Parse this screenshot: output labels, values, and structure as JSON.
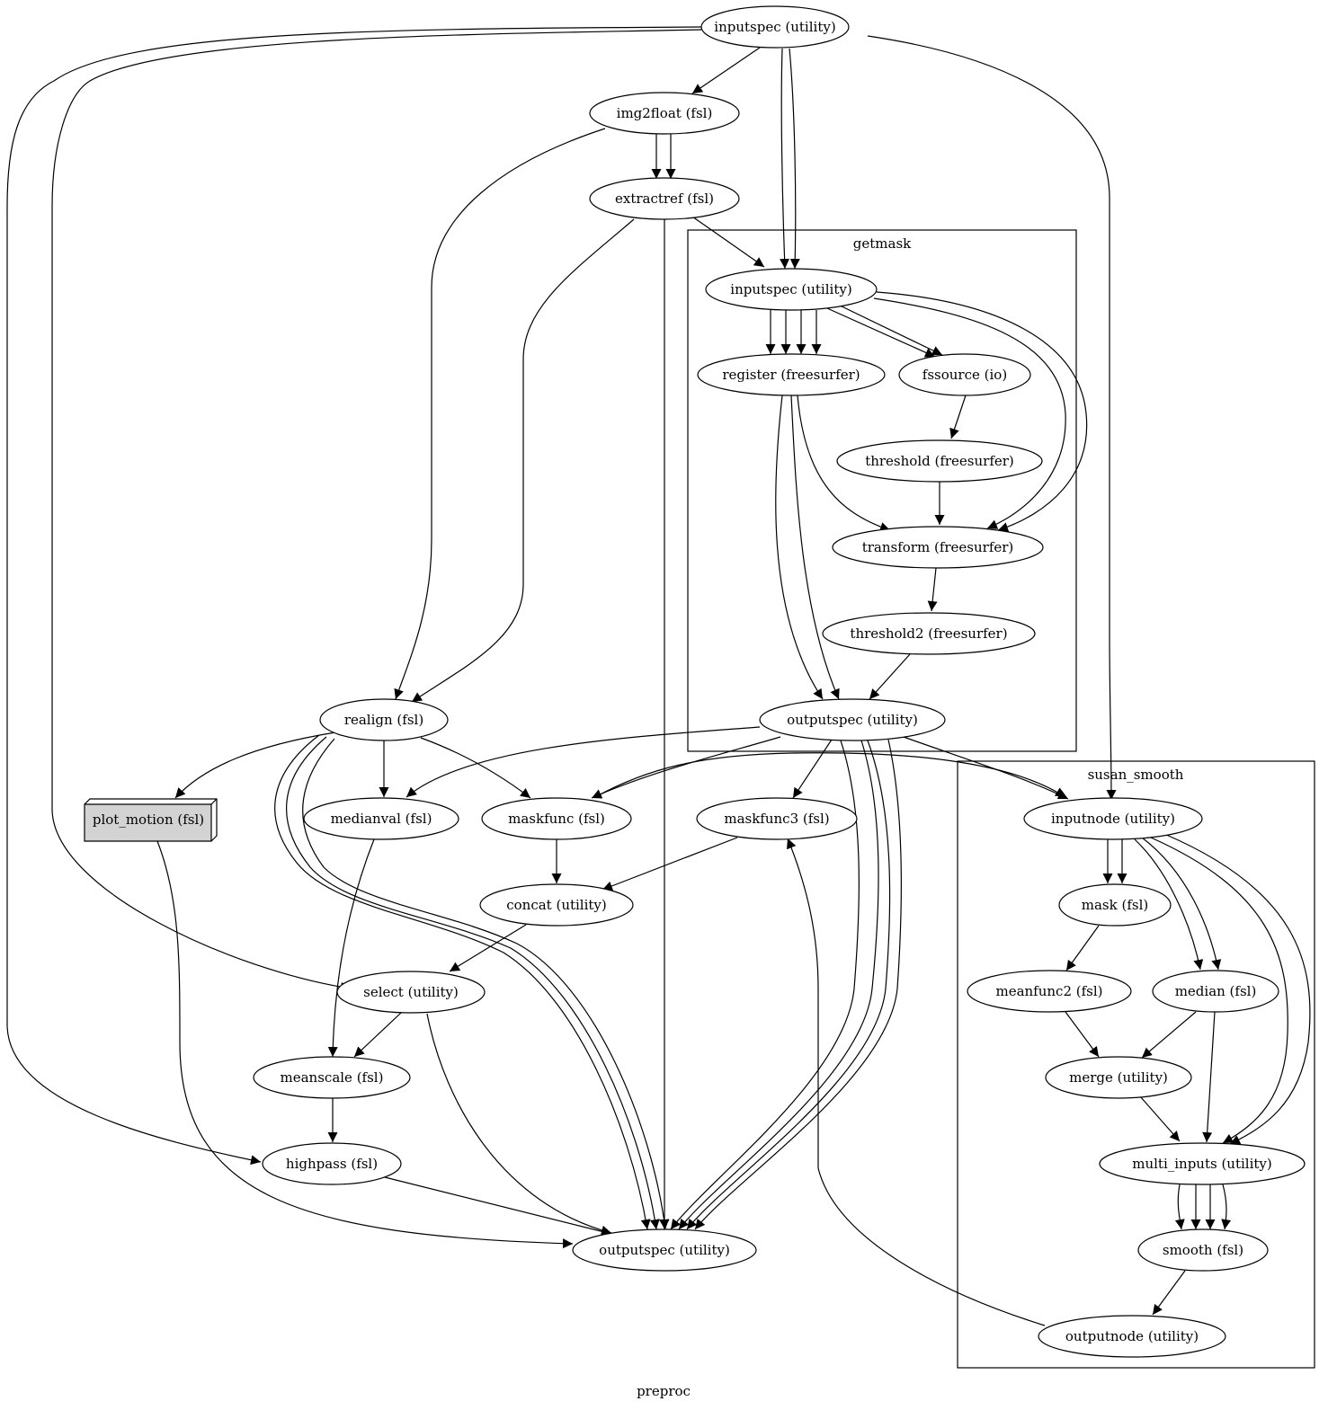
{
  "graph": {
    "label": "preproc",
    "clusters": [
      {
        "id": "getmask",
        "label": "getmask"
      },
      {
        "id": "susan_smooth",
        "label": "susan_smooth"
      }
    ],
    "nodes": [
      {
        "id": "inputspec",
        "label": "inputspec (utility)",
        "shape": "ellipse"
      },
      {
        "id": "img2float",
        "label": "img2float (fsl)",
        "shape": "ellipse"
      },
      {
        "id": "extractref",
        "label": "extractref (fsl)",
        "shape": "ellipse"
      },
      {
        "id": "gm_inputspec",
        "label": "inputspec (utility)",
        "shape": "ellipse",
        "cluster": "getmask"
      },
      {
        "id": "register",
        "label": "register (freesurfer)",
        "shape": "ellipse",
        "cluster": "getmask"
      },
      {
        "id": "fssource",
        "label": "fssource (io)",
        "shape": "ellipse",
        "cluster": "getmask"
      },
      {
        "id": "threshold",
        "label": "threshold (freesurfer)",
        "shape": "ellipse",
        "cluster": "getmask"
      },
      {
        "id": "transform",
        "label": "transform (freesurfer)",
        "shape": "ellipse",
        "cluster": "getmask"
      },
      {
        "id": "threshold2",
        "label": "threshold2 (freesurfer)",
        "shape": "ellipse",
        "cluster": "getmask"
      },
      {
        "id": "gm_outputspec",
        "label": "outputspec (utility)",
        "shape": "ellipse",
        "cluster": "getmask"
      },
      {
        "id": "realign",
        "label": "realign (fsl)",
        "shape": "ellipse"
      },
      {
        "id": "plot_motion",
        "label": "plot_motion (fsl)",
        "shape": "box3d",
        "fill": "#d3d3d3"
      },
      {
        "id": "medianval",
        "label": "medianval (fsl)",
        "shape": "ellipse"
      },
      {
        "id": "maskfunc",
        "label": "maskfunc (fsl)",
        "shape": "ellipse"
      },
      {
        "id": "maskfunc3",
        "label": "maskfunc3 (fsl)",
        "shape": "ellipse"
      },
      {
        "id": "concat",
        "label": "concat (utility)",
        "shape": "ellipse"
      },
      {
        "id": "select",
        "label": "select (utility)",
        "shape": "ellipse"
      },
      {
        "id": "meanscale",
        "label": "meanscale (fsl)",
        "shape": "ellipse"
      },
      {
        "id": "highpass",
        "label": "highpass (fsl)",
        "shape": "ellipse"
      },
      {
        "id": "outputspec",
        "label": "outputspec (utility)",
        "shape": "ellipse"
      },
      {
        "id": "ss_inputnode",
        "label": "inputnode (utility)",
        "shape": "ellipse",
        "cluster": "susan_smooth"
      },
      {
        "id": "ss_mask",
        "label": "mask (fsl)",
        "shape": "ellipse",
        "cluster": "susan_smooth"
      },
      {
        "id": "ss_meanfunc2",
        "label": "meanfunc2 (fsl)",
        "shape": "ellipse",
        "cluster": "susan_smooth"
      },
      {
        "id": "ss_median",
        "label": "median (fsl)",
        "shape": "ellipse",
        "cluster": "susan_smooth"
      },
      {
        "id": "ss_merge",
        "label": "merge (utility)",
        "shape": "ellipse",
        "cluster": "susan_smooth"
      },
      {
        "id": "ss_multi_inputs",
        "label": "multi_inputs (utility)",
        "shape": "ellipse",
        "cluster": "susan_smooth"
      },
      {
        "id": "ss_smooth",
        "label": "smooth (fsl)",
        "shape": "ellipse",
        "cluster": "susan_smooth"
      },
      {
        "id": "ss_outputnode",
        "label": "outputnode (utility)",
        "shape": "ellipse",
        "cluster": "susan_smooth"
      }
    ],
    "edges": [
      {
        "from": "inputspec",
        "to": "img2float"
      },
      {
        "from": "inputspec",
        "to": "gm_inputspec"
      },
      {
        "from": "inputspec",
        "to": "gm_inputspec"
      },
      {
        "from": "inputspec",
        "to": "select"
      },
      {
        "from": "inputspec",
        "to": "highpass"
      },
      {
        "from": "inputspec",
        "to": "ss_inputnode"
      },
      {
        "from": "img2float",
        "to": "extractref"
      },
      {
        "from": "img2float",
        "to": "extractref"
      },
      {
        "from": "img2float",
        "to": "realign"
      },
      {
        "from": "extractref",
        "to": "gm_inputspec"
      },
      {
        "from": "extractref",
        "to": "realign"
      },
      {
        "from": "extractref",
        "to": "outputspec"
      },
      {
        "from": "gm_inputspec",
        "to": "register"
      },
      {
        "from": "gm_inputspec",
        "to": "register"
      },
      {
        "from": "gm_inputspec",
        "to": "register"
      },
      {
        "from": "gm_inputspec",
        "to": "register"
      },
      {
        "from": "gm_inputspec",
        "to": "fssource"
      },
      {
        "from": "gm_inputspec",
        "to": "fssource"
      },
      {
        "from": "gm_inputspec",
        "to": "transform"
      },
      {
        "from": "gm_inputspec",
        "to": "transform"
      },
      {
        "from": "register",
        "to": "transform"
      },
      {
        "from": "register",
        "to": "gm_outputspec"
      },
      {
        "from": "register",
        "to": "gm_outputspec"
      },
      {
        "from": "fssource",
        "to": "threshold"
      },
      {
        "from": "threshold",
        "to": "transform"
      },
      {
        "from": "transform",
        "to": "threshold2"
      },
      {
        "from": "threshold2",
        "to": "gm_outputspec"
      },
      {
        "from": "gm_outputspec",
        "to": "medianval"
      },
      {
        "from": "gm_outputspec",
        "to": "maskfunc"
      },
      {
        "from": "gm_outputspec",
        "to": "maskfunc3"
      },
      {
        "from": "gm_outputspec",
        "to": "ss_inputnode"
      },
      {
        "from": "gm_outputspec",
        "to": "outputspec"
      },
      {
        "from": "gm_outputspec",
        "to": "outputspec"
      },
      {
        "from": "gm_outputspec",
        "to": "outputspec"
      },
      {
        "from": "gm_outputspec",
        "to": "outputspec"
      },
      {
        "from": "realign",
        "to": "plot_motion"
      },
      {
        "from": "realign",
        "to": "medianval"
      },
      {
        "from": "realign",
        "to": "maskfunc"
      },
      {
        "from": "realign",
        "to": "outputspec"
      },
      {
        "from": "realign",
        "to": "outputspec"
      },
      {
        "from": "realign",
        "to": "outputspec"
      },
      {
        "from": "maskfunc",
        "to": "concat"
      },
      {
        "from": "maskfunc",
        "to": "ss_inputnode"
      },
      {
        "from": "maskfunc3",
        "to": "concat"
      },
      {
        "from": "concat",
        "to": "select"
      },
      {
        "from": "medianval",
        "to": "meanscale"
      },
      {
        "from": "select",
        "to": "meanscale"
      },
      {
        "from": "select",
        "to": "outputspec"
      },
      {
        "from": "meanscale",
        "to": "highpass"
      },
      {
        "from": "highpass",
        "to": "outputspec"
      },
      {
        "from": "plot_motion",
        "to": "outputspec"
      },
      {
        "from": "ss_inputnode",
        "to": "ss_mask"
      },
      {
        "from": "ss_inputnode",
        "to": "ss_mask"
      },
      {
        "from": "ss_inputnode",
        "to": "ss_median"
      },
      {
        "from": "ss_inputnode",
        "to": "ss_median"
      },
      {
        "from": "ss_inputnode",
        "to": "ss_multi_inputs"
      },
      {
        "from": "ss_inputnode",
        "to": "ss_multi_inputs"
      },
      {
        "from": "ss_mask",
        "to": "ss_meanfunc2"
      },
      {
        "from": "ss_meanfunc2",
        "to": "ss_merge"
      },
      {
        "from": "ss_median",
        "to": "ss_merge"
      },
      {
        "from": "ss_median",
        "to": "ss_multi_inputs"
      },
      {
        "from": "ss_merge",
        "to": "ss_multi_inputs"
      },
      {
        "from": "ss_multi_inputs",
        "to": "ss_smooth"
      },
      {
        "from": "ss_multi_inputs",
        "to": "ss_smooth"
      },
      {
        "from": "ss_multi_inputs",
        "to": "ss_smooth"
      },
      {
        "from": "ss_multi_inputs",
        "to": "ss_smooth"
      },
      {
        "from": "ss_smooth",
        "to": "ss_outputnode"
      },
      {
        "from": "ss_outputnode",
        "to": "maskfunc3"
      }
    ]
  }
}
